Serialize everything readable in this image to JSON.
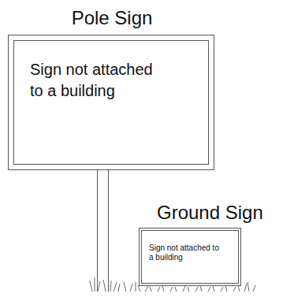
{
  "diagram": {
    "nodes": [
      {
        "text": [
          "Pole Sign",
          "Sign not attached to a building"
        ]
      },
      {
        "text": [
          "Ground Sign",
          "Sign not attached to a building"
        ]
      }
    ]
  }
}
